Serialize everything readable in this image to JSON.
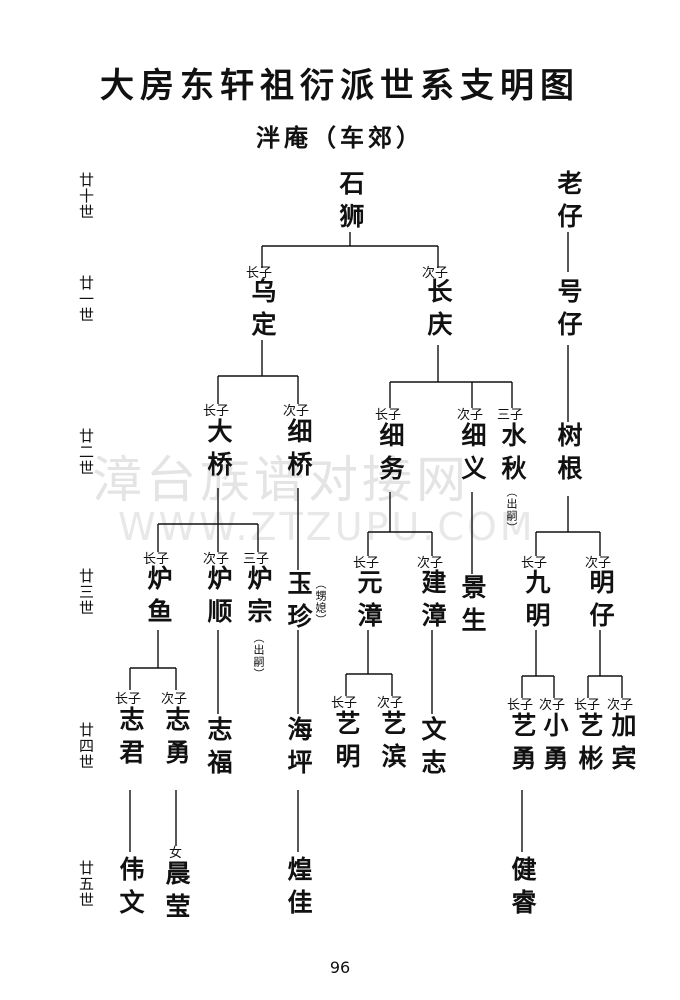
{
  "title": "大房东轩祖衍派世系支明图",
  "subtitle": "泮庵（车郊）",
  "generations": [
    "廿十世",
    "廿一世",
    "廿二世",
    "廿三世",
    "廿四世",
    "廿五世"
  ],
  "persons": {
    "shishi": "石狮",
    "laozai": "老仔",
    "wuding": "乌定",
    "changqing": "长庆",
    "haozai": "号仔",
    "daqiao": "大桥",
    "xiqiao": "细桥",
    "xiwu": "细务",
    "xiyi": "细义",
    "shuiqiu": "水秋",
    "shugen": "树根",
    "luyu": "炉鱼",
    "lushun": "炉顺",
    "luzong": "炉宗",
    "yuzhen": "玉珍",
    "yuanzhang": "元漳",
    "jianzhang": "建漳",
    "jingsheng": "景生",
    "jiuming": "九明",
    "mingzai": "明仔",
    "zhijun": "志君",
    "zhiyong": "志勇",
    "zhifu": "志福",
    "haiping": "海坪",
    "yiming": "艺明",
    "yibin": "艺滨",
    "wenzhi": "文志",
    "yiyong": "艺勇",
    "xiaoyong": "小勇",
    "yibin2": "艺彬",
    "jiabin": "加宾",
    "weiwen": "伟文",
    "chenying": "晨莹",
    "huangjia": "煌佳",
    "jianrui": "健睿"
  },
  "labels": {
    "l_wuding": "长子",
    "l_changqing": "次子",
    "l_daqiao": "长子",
    "l_xiqiao": "次子",
    "l_xiwu": "长子",
    "l_xiyi": "次子",
    "l_shuiqiu": "三子",
    "l_luyu": "长子",
    "l_lushun": "次子",
    "l_luzong": "三子",
    "l_yuanzhang": "长子",
    "l_jianzhang": "次子",
    "l_jiuming": "长子",
    "l_mingzai": "次子",
    "l_zhijun": "长子",
    "l_zhiyong": "次子",
    "l_yiming": "长子",
    "l_yibin": "次子",
    "l_yiyong": "长子",
    "l_xiaoyong": "次子",
    "l_yibin2": "长子",
    "l_jiabin": "次子",
    "l_chenying": "女"
  },
  "notes": {
    "shuiqiu": "（出嗣）",
    "luzong": "（出嗣）",
    "yuzhen": "（甥媳）"
  },
  "watermark": {
    "cn": "漳台族谱对接网",
    "en": "WWW.ZTZUPU.COM"
  },
  "page_number": "96"
}
